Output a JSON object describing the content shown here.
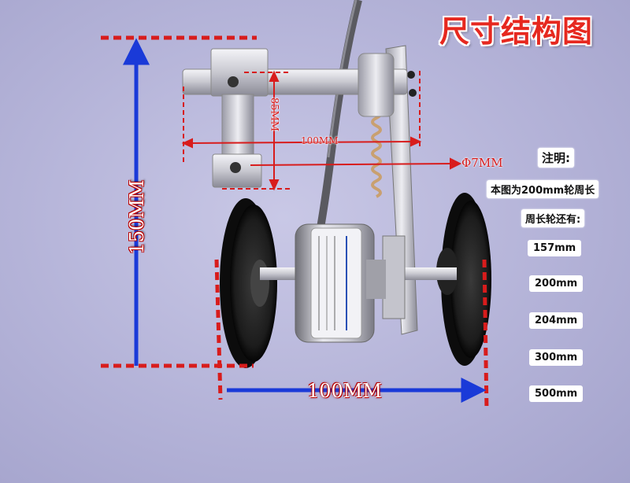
{
  "title": "尺寸结构图",
  "dimensions": {
    "height_total": "150MM",
    "wheel_spacing": "100MM",
    "bracket_length": "100MM",
    "bracket_height": "85MM",
    "shaft_diameter": "Φ7MM"
  },
  "notes": {
    "header": "注明:",
    "line1": "本图为200mm轮周长",
    "line2": "周长轮还有:",
    "sizes": [
      "157mm",
      "200mm",
      "204mm",
      "300mm",
      "500mm"
    ]
  },
  "colors": {
    "title_red": "#e6281f",
    "dimension_red": "#d81c1c",
    "dimension_blue": "#1a3ad8",
    "background": "#b8b7db"
  },
  "icons": {
    "encoder": "rotary-encoder",
    "wheel": "measuring-wheel",
    "bracket": "mounting-bracket"
  }
}
